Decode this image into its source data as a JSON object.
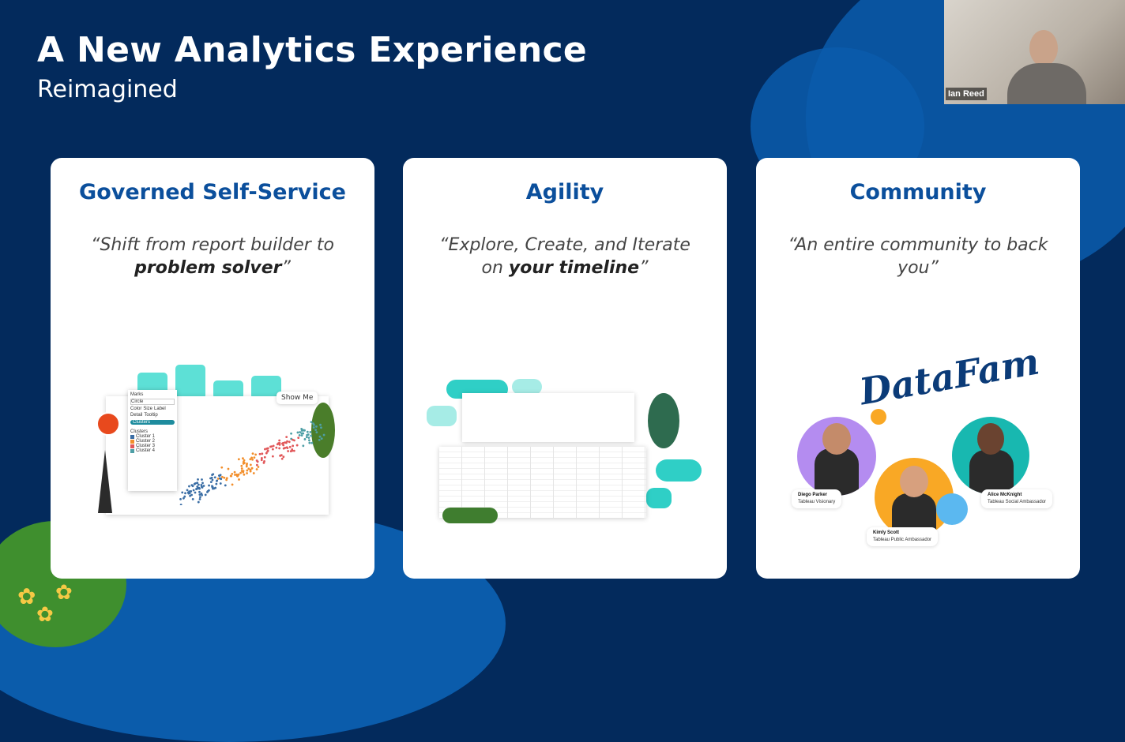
{
  "slide": {
    "title": "A New Analytics Experience",
    "subtitle": "Reimagined"
  },
  "video": {
    "participant_name": "Ian Reed"
  },
  "cards": [
    {
      "heading": "Governed Self-Service",
      "quote_open": "“Shift from report builder to ",
      "quote_bold": "problem solver",
      "quote_close": "”",
      "illustration": {
        "marks_title": "Marks",
        "mark_type": "Circle",
        "mark_buttons": [
          "Color",
          "Size",
          "Label",
          "Detail",
          "Tooltip"
        ],
        "pill": "Clusters",
        "legend_title": "Clusters",
        "legend": [
          {
            "label": "Cluster 1",
            "color": "#3b6ea5"
          },
          {
            "label": "Cluster 2",
            "color": "#f28e2b"
          },
          {
            "label": "Cluster 3",
            "color": "#e15759"
          },
          {
            "label": "Cluster 4",
            "color": "#4e9fa6"
          }
        ],
        "show_me": "Show Me"
      }
    },
    {
      "heading": "Agility",
      "quote_open": "“Explore, Create, and Iterate on ",
      "quote_bold": "your timeline",
      "quote_close": "”"
    },
    {
      "heading": "Community",
      "quote_open": "“An entire community to back you”",
      "quote_bold": "",
      "quote_close": "",
      "illustration": {
        "logo_text": "DataFam",
        "people": [
          {
            "name": "Diego Parker",
            "role": "Tableau Visionary",
            "color": "#b48cf0"
          },
          {
            "name": "Kimly Scott",
            "role": "Tableau Public Ambassador",
            "color": "#f9a825"
          },
          {
            "name": "Alice McKnight",
            "role": "Tableau Social Ambassador",
            "color": "#18b8b0"
          }
        ]
      }
    }
  ],
  "colors": {
    "background": "#032a5c",
    "accent_blue": "#0b4f9c",
    "teal": "#4fd8d0"
  }
}
